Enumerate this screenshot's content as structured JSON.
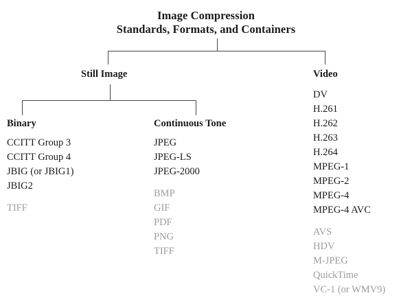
{
  "title": {
    "line1": "Image Compression",
    "line2": "Standards, Formats, and Containers"
  },
  "nodes": {
    "still_image": "Still Image",
    "video": "Video"
  },
  "colors": {
    "primary_text": "#1a1a1a",
    "secondary_text": "#9b9b9b",
    "connector": "#4a4340",
    "background": "#ffffff"
  },
  "columns": [
    {
      "id": "binary",
      "heading": "Binary",
      "groups": [
        {
          "style": "primary",
          "items": [
            "CCITT Group 3",
            "CCITT Group 4",
            "JBIG (or JBIG1)",
            "JBIG2"
          ]
        },
        {
          "style": "secondary",
          "items": [
            "TIFF"
          ]
        }
      ]
    },
    {
      "id": "continuous-tone",
      "heading": "Continuous Tone",
      "groups": [
        {
          "style": "primary",
          "items": [
            "JPEG",
            "JPEG-LS",
            "JPEG-2000"
          ]
        },
        {
          "style": "secondary",
          "items": [
            "BMP",
            "GIF",
            "PDF",
            "PNG",
            "TIFF"
          ]
        }
      ]
    },
    {
      "id": "video",
      "heading": "",
      "groups": [
        {
          "style": "primary",
          "items": [
            "DV",
            "H.261",
            "H.262",
            "H.263",
            "H.264",
            "MPEG-1",
            "MPEG-2",
            "MPEG-4",
            "MPEG-4 AVC"
          ]
        },
        {
          "style": "secondary",
          "items": [
            "AVS",
            "HDV",
            "M-JPEG",
            "QuickTime",
            "VC-1 (or WMV9)"
          ]
        }
      ]
    }
  ]
}
